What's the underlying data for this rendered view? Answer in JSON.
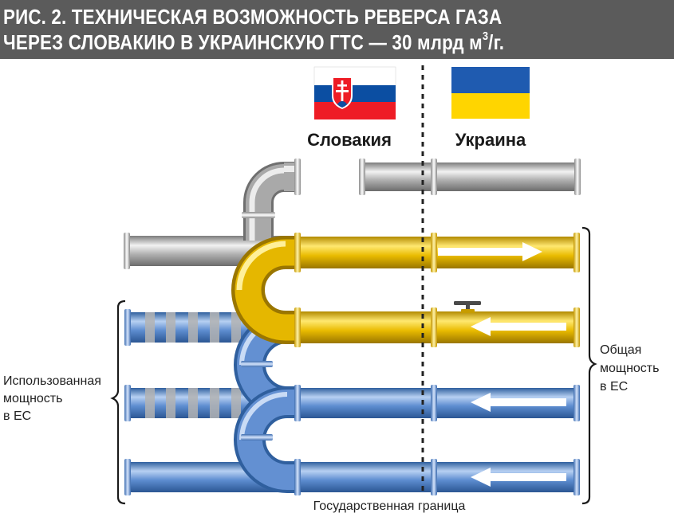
{
  "figure": {
    "title_line_1": "РИС. 2. ТЕХНИЧЕСКАЯ ВОЗМОЖНОСТЬ РЕВЕРСА ГАЗА",
    "title_line_2": "ЧЕРЕЗ СЛОВАКИЮ В УКРАИНСКУЮ ГТС — 30 млрд м",
    "title_unit_sup": "3",
    "title_unit_tail": "/г."
  },
  "countries": {
    "left": "Словакия",
    "right": "Украина"
  },
  "labels": {
    "border": "Государственная граница",
    "used_line_1": "Использованная",
    "used_line_2": "мощность",
    "used_line_3": "в ЕС",
    "total_line_1": "Общая",
    "total_line_2": "мощность",
    "total_line_3": "в ЕС"
  },
  "flags": {
    "slovakia": {
      "colors": [
        "#ffffff",
        "#0b4ea2",
        "#ee1c25"
      ]
    },
    "ukraine": {
      "colors": [
        "#1f5bb0",
        "#ffd500"
      ]
    }
  },
  "pipes": [
    {
      "name": "gray-top",
      "color": "#9e9e9e",
      "flow": "none",
      "arrow": "none"
    },
    {
      "name": "yellow-upper",
      "color": "#e8b800",
      "flow": "Словакия → Украина",
      "arrow": "right"
    },
    {
      "name": "yellow-lower",
      "color": "#e8b800",
      "flow": "Украина → Словакия",
      "arrow": "left"
    },
    {
      "name": "blue-middle",
      "color": "#5588cc",
      "flow": "Украина → Словакия",
      "arrow": "left"
    },
    {
      "name": "blue-bottom",
      "color": "#5588cc",
      "flow": "Украина → Словакия",
      "arrow": "left"
    }
  ],
  "colors": {
    "title_bg": "#5b5b5b",
    "gray": "#a6a6a6",
    "yellow": "#e6b800",
    "blue": "#5a8bd0",
    "border_line": "#222222"
  }
}
